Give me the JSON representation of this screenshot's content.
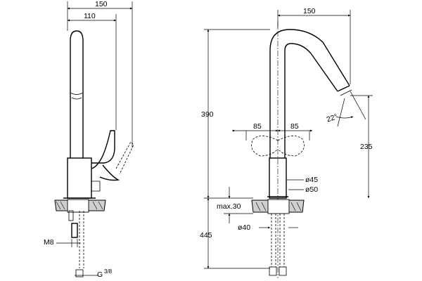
{
  "dimensions": {
    "side_width_total": "150",
    "side_width_spout": "110",
    "front_spout_reach": "150",
    "total_height": "390",
    "spout_height": "235",
    "spout_angle": "22°",
    "handle_left": "85",
    "handle_right": "85",
    "body_diameter": "ø45",
    "base_diameter": "ø50",
    "deck_thickness": "max.30",
    "below_deck": "445",
    "hole_diameter": "ø40",
    "thread": "M8",
    "hose_thread": "G",
    "hose_thread_fraction": "3/8"
  }
}
